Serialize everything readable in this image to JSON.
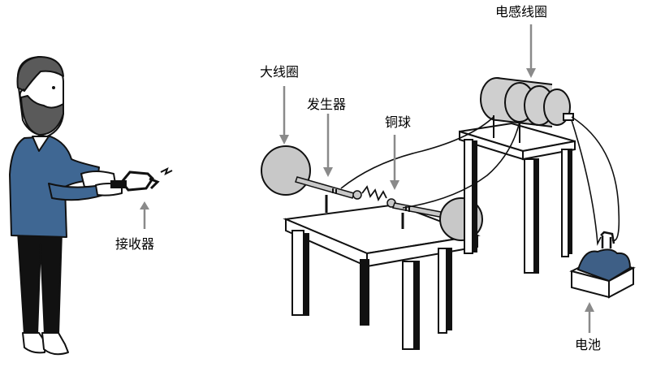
{
  "labels": {
    "receiver": "接收器",
    "big_coil": "大线圈",
    "generator": "发生器",
    "copper_ball": "铜球",
    "inductor_coil": "电感线圈",
    "battery": "电池"
  },
  "colors": {
    "shirt": "#3f6793",
    "sphere": "#c8c8c8",
    "coil": "#cfcfcf",
    "battery": "#3e5f86",
    "arrow": "#8a8a8a",
    "ink": "#111111",
    "skin": "#ffffff",
    "beard": "#5a5a5a"
  }
}
